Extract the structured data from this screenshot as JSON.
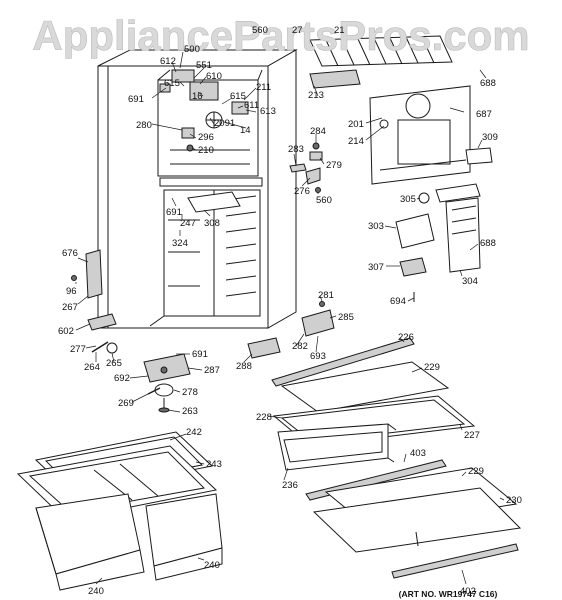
{
  "watermark": "AppliancePartsPros.com",
  "art_number": "(ART NO. WR19747 C16)",
  "labels": {
    "p560a": "560",
    "p27": "27",
    "p21": "21",
    "p500": "500",
    "p612": "612",
    "p551": "551",
    "p615a": "615",
    "p610": "610",
    "p16": "16",
    "p691a": "691",
    "p211": "211",
    "p615b": "615",
    "p611": "611",
    "p613": "613",
    "p2091": "2091",
    "p14": "14",
    "p280": "280",
    "p296": "296",
    "p210": "210",
    "p213": "213",
    "p688a": "688",
    "p201": "201",
    "p687": "687",
    "p214": "214",
    "p309": "309",
    "p284": "284",
    "p283": "283",
    "p279": "279",
    "p276": "276",
    "p560b": "560",
    "p691b": "691",
    "p247": "247",
    "p308": "308",
    "p324": "324",
    "p305": "305",
    "p303": "303",
    "p688b": "688",
    "p307": "307",
    "p304": "304",
    "p694": "694",
    "p676": "676",
    "p96": "96",
    "p267": "267",
    "p602": "602",
    "p277": "277",
    "p264": "264",
    "p265": "265",
    "p691c": "691",
    "p287": "287",
    "p692": "692",
    "p278": "278",
    "p269": "269",
    "p263": "263",
    "p281": "281",
    "p285": "285",
    "p282": "282",
    "p693": "693",
    "p288": "288",
    "p226": "226",
    "p229a": "229",
    "p228": "228",
    "p227": "227",
    "p236": "236",
    "p403": "403",
    "p229b": "229",
    "p230": "230",
    "p402": "402",
    "p242": "242",
    "p243": "243",
    "p240a": "240",
    "p240b": "240"
  },
  "colors": {
    "line": "#1a1a1a",
    "watermark": "#d9d9d9",
    "part_fill": "#cfcfcf"
  }
}
